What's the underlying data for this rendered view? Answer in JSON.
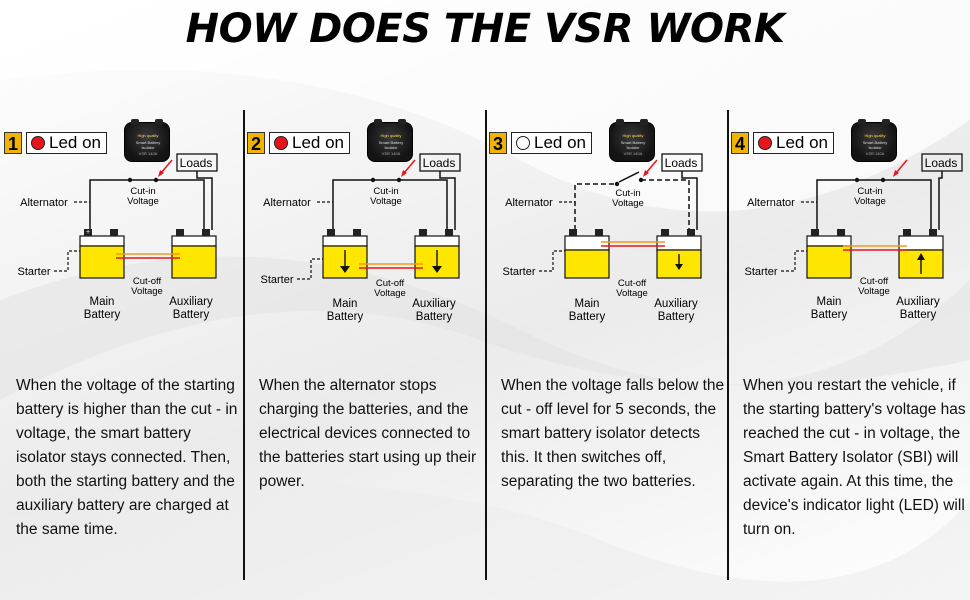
{
  "title": "HOW DOES THE VSR WORK",
  "labels": {
    "alternator": "Alternator",
    "starter": "Starter",
    "loads": "Loads",
    "cut_in_1": "Cut-in",
    "cut_in_2": "Voltage",
    "cut_off_1": "Cut-off",
    "cut_off_2": "Voltage",
    "main_1": "Main",
    "main_2": "Battery",
    "aux_1": "Auxiliary",
    "aux_2": "Battery",
    "device_1": "High quality",
    "device_2": "Smart Battery Isolator",
    "device_3": "VSR 140A"
  },
  "panels": [
    {
      "number": "1",
      "led_label": "Led on",
      "led_state": "on",
      "description": "When the voltage of the starting battery is higher than the cut - in voltage, the smart battery isolator stays connected. Then, both the starting battery and the auxiliary battery are charged at the same time."
    },
    {
      "number": "2",
      "led_label": "Led on",
      "led_state": "on",
      "description": "When the alternator stops charging the batteries, and the electrical devices connected to the batteries start using up their power."
    },
    {
      "number": "3",
      "led_label": "Led on",
      "led_state": "off",
      "description": "When the voltage falls below the cut - off level for 5 seconds, the smart battery isolator detects this. It then switches off, separating the two batteries."
    },
    {
      "number": "4",
      "led_label": "Led on",
      "led_state": "on",
      "description": "When you restart the vehicle, if the starting battery's voltage has reached the cut - in voltage, the Smart Battery Isolator (SBI) will activate again. At this time, the device's indicator light (LED) will turn on."
    }
  ],
  "colors": {
    "battery_fill": "#ffe600",
    "led_on": "#e8141c",
    "step_badge": "#f0b400",
    "cutin_wire": "#f29a1a",
    "cutoff_wire": "#e8141c"
  }
}
